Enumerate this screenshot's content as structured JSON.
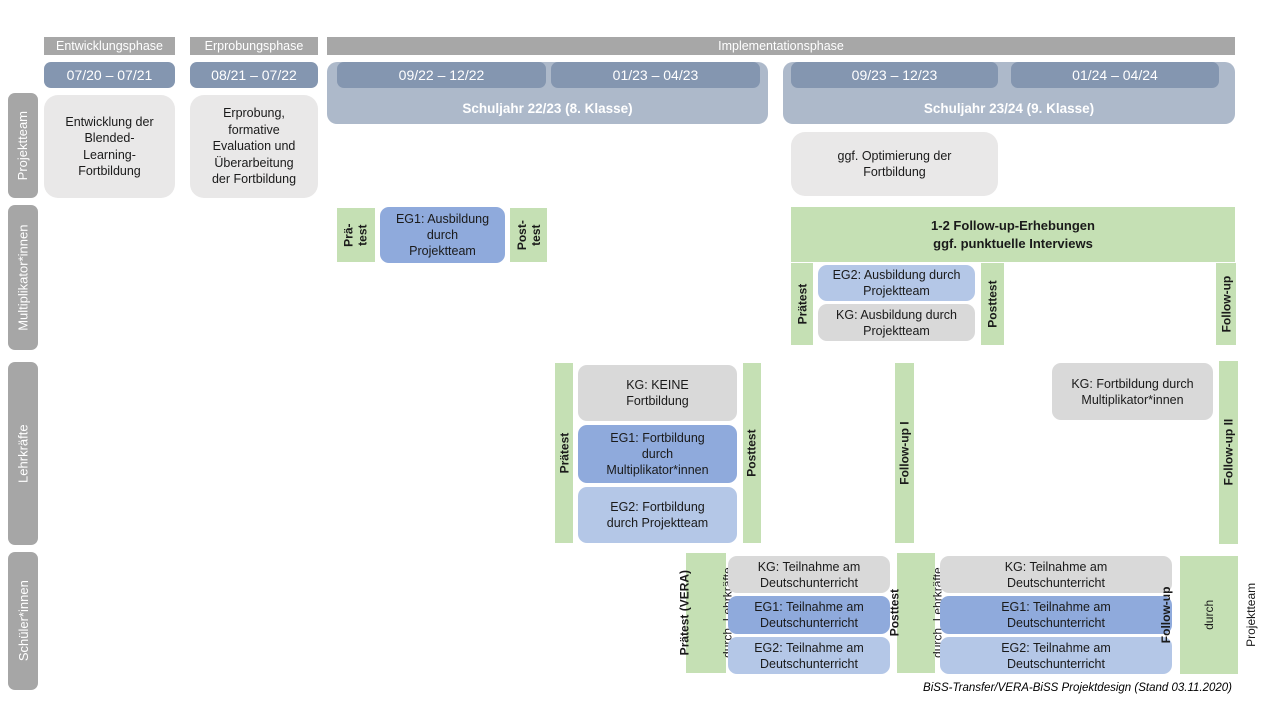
{
  "caption": "BiSS-Transfer/VERA-BiSS Projektdesign (Stand 03.11.2020)",
  "colors": {
    "phase_bar": "#A7A7A7",
    "row_label_bar": "#A6A6A6",
    "date_bar": "#8496B0",
    "school_year_band": "#ADB9CA",
    "box_light_gray": "#E9E8E8",
    "box_kg_gray": "#D9D9D9",
    "box_eg1_blue": "#8FAADC",
    "box_eg2_blue": "#B4C7E7",
    "green": "#C5E0B4"
  },
  "phases": {
    "entwicklung": "Entwicklungsphase",
    "erprobung": "Erprobungsphase",
    "implementation": "Implementationsphase"
  },
  "dates": {
    "d1": "07/20 – 07/21",
    "d2": "08/21 – 07/22",
    "d3": "09/22 – 12/22",
    "d4": "01/23 – 04/23",
    "d5": "09/23 – 12/23",
    "d6": "01/24 – 04/24"
  },
  "school_years": {
    "sy1": "Schuljahr 22/23 (8. Klasse)",
    "sy2": "Schuljahr 23/24 (9. Klasse)"
  },
  "rows": {
    "projektteam": "Projektteam",
    "multiplikatoren": "Multiplikator*innen",
    "lehrkraefte": "Lehrkräfte",
    "schueler": "Schüler*innen"
  },
  "projektteam": {
    "entwicklung_box": "Entwicklung der\nBlended-\nLearning-\nFortbildung",
    "erprobung_box": "Erprobung,\nformative\nEvaluation und\nÜberarbeitung\nder Fortbildung",
    "optimierung_box": "ggf. Optimierung der\nFortbildung"
  },
  "multiplikatoren": {
    "praetest_1": "Prä-\ntest",
    "eg1_box": "EG1: Ausbildung\ndurch\nProjektteam",
    "posttest_1": "Post-\ntest",
    "followup_box": "1-2 Follow-up-Erhebungen\nggf. punktuelle Interviews",
    "praetest_2": "Prätest",
    "eg2_box": "EG2: Ausbildung durch\nProjektteam",
    "kg_box": "KG: Ausbildung durch\nProjektteam",
    "posttest_2": "Posttest",
    "followup_bar": "Follow-up"
  },
  "lehrkraefte": {
    "praetest": "Prätest",
    "kg_box": "KG: KEINE\nFortbildung",
    "eg1_box": "EG1: Fortbildung\ndurch\nMultiplikator*innen",
    "eg2_box": "EG2: Fortbildung\ndurch Projektteam",
    "posttest": "Posttest",
    "followup1": "Follow-up I",
    "kg_box2": "KG: Fortbildung durch\nMultiplikator*innen",
    "followup2": "Follow-up II"
  },
  "schueler": {
    "praetest_line1": "Prätest (VERA)",
    "praetest_line2": "durch  Lehrkräfte",
    "kg_box1": "KG: Teilnahme am\nDeutschunterricht",
    "eg1_box1": "EG1: Teilnahme am\nDeutschunterricht",
    "eg2_box1": "EG2: Teilnahme am\nDeutschunterricht",
    "posttest_line1": "Posttest",
    "posttest_line2": "durch  Lehrkräfte",
    "kg_box2": "KG: Teilnahme am\nDeutschunterricht",
    "eg1_box2": "EG1: Teilnahme am\nDeutschunterricht",
    "eg2_box2": "EG2: Teilnahme am\nDeutschunterricht",
    "followup_line1": "Follow-up",
    "followup_line2": "durch",
    "followup_line3": "Projektteam"
  }
}
